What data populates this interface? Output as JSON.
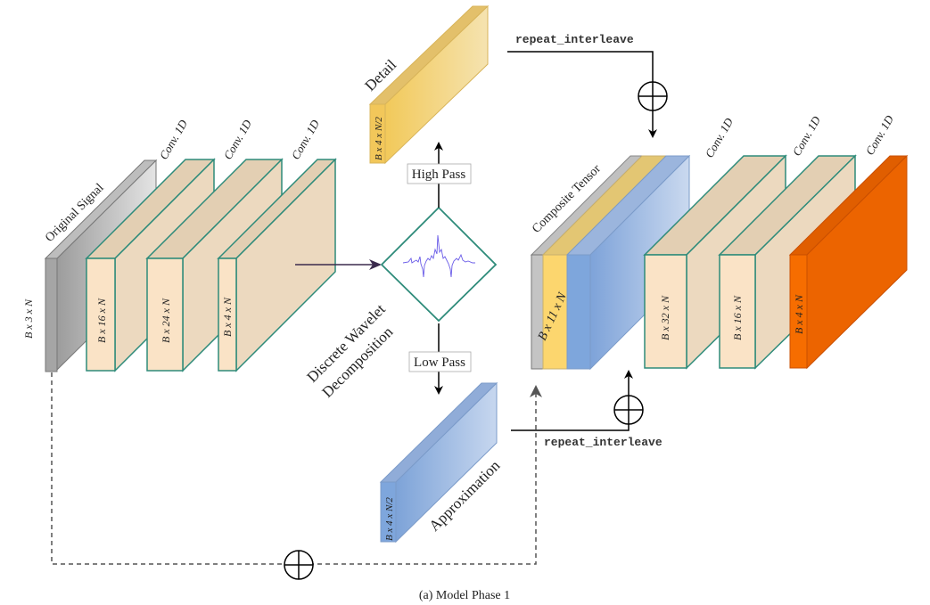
{
  "caption": "(a) Model Phase 1",
  "colors": {
    "gray_front": "#a8a8a8",
    "gray_side": "#c8c8c8",
    "beige_front": "#fae3c6",
    "beige_side": "#ecd9bf",
    "beige_top": "#e3cfb3",
    "teal_stroke": "#2e8b7a",
    "detail_front": "#f3ca5c",
    "detail_side": "#f0d88f",
    "approx_front": "#7ea6dc",
    "approx_side": "#a9c1e6",
    "orange_front": "#f66d00",
    "orange_side": "#ec6400",
    "orange_top": "#e05e00",
    "wavelet": "#6a5ce8"
  },
  "encoder": {
    "original_signal": {
      "title": "Original Signal",
      "shape": "B x 3 x N"
    },
    "blocks": [
      {
        "op": "Conv. 1D",
        "shape": "B x 16 x N"
      },
      {
        "op": "Conv. 1D",
        "shape": "B x 24 x N"
      },
      {
        "op": "Conv. 1D",
        "shape": "B x 4 x N"
      }
    ]
  },
  "dwt": {
    "label_line1": "Discrete Wavelet",
    "label_line2": "Decomposition",
    "high_pass": "High Pass",
    "low_pass": "Low Pass"
  },
  "detail": {
    "title": "Detail",
    "shape": "B x 4 x N/2"
  },
  "approximation": {
    "title": "Approximation",
    "shape": "B x 4 x N/2"
  },
  "repeat_top": "repeat_interleave",
  "repeat_bottom": "repeat_interleave",
  "composite": {
    "title": "Composite Tensor",
    "shape": "B x 11 x N"
  },
  "decoder": {
    "blocks": [
      {
        "op": "Conv. 1D",
        "shape": "B x 32 x N"
      },
      {
        "op": "Conv. 1D",
        "shape": "B x 16 x N"
      },
      {
        "op": "Conv. 1D",
        "shape": "B x 4 x N"
      }
    ]
  },
  "sum_symbol": "⊕"
}
